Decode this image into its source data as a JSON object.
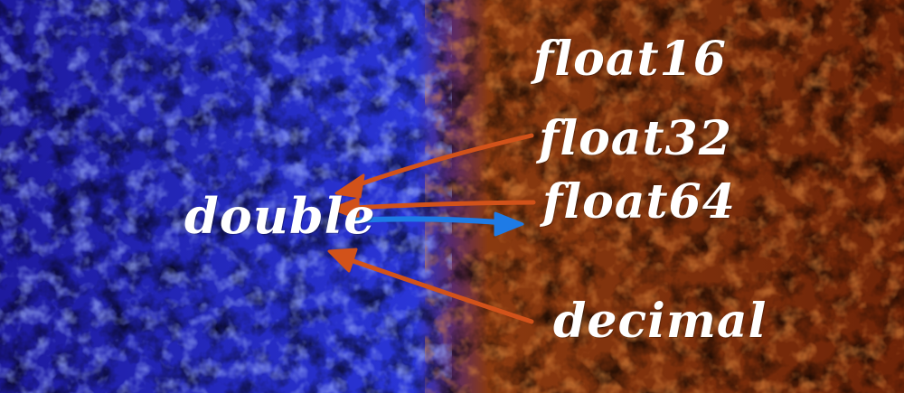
{
  "colors": {
    "left_bg": "#2a2ad8",
    "left_bg_dark": "#14107a",
    "right_bg": "#8a3a10",
    "right_bg_dark": "#3a1204",
    "text": "#ffffff",
    "arrow_orange": "#d2521a",
    "arrow_blue": "#1e7be6"
  },
  "labels": {
    "double": "double",
    "float16": "float16",
    "float32": "float32",
    "float64": "float64",
    "decimal": "decimal"
  },
  "arrows": [
    {
      "from": "float32",
      "to": "double",
      "color": "arrow_orange"
    },
    {
      "from": "float64",
      "to": "double",
      "color": "arrow_orange"
    },
    {
      "from": "double",
      "to": "float64",
      "color": "arrow_blue"
    },
    {
      "from": "decimal",
      "to": "double",
      "color": "arrow_orange"
    }
  ]
}
